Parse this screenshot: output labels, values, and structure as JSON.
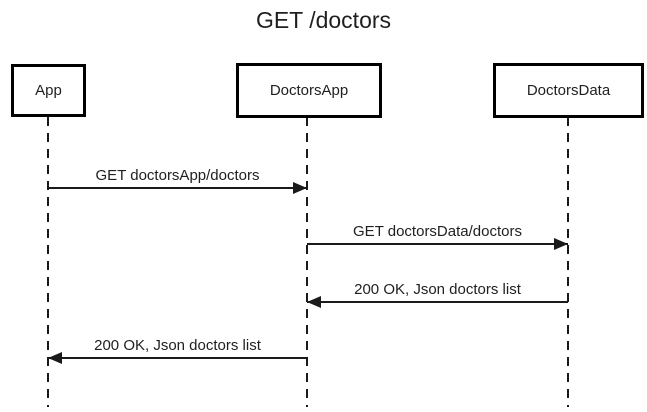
{
  "title": "GET /doctors",
  "diagram_type": "sequence",
  "actors": [
    {
      "id": "app",
      "label": "App"
    },
    {
      "id": "doctors-app",
      "label": "DoctorsApp"
    },
    {
      "id": "doctors-data",
      "label": "DoctorsData"
    }
  ],
  "messages": [
    {
      "from": "app",
      "to": "doctors-app",
      "direction": "right",
      "label": "GET doctorsApp/doctors"
    },
    {
      "from": "doctors-app",
      "to": "doctors-data",
      "direction": "right",
      "label": "GET doctorsData/doctors"
    },
    {
      "from": "doctors-data",
      "to": "doctors-app",
      "direction": "left",
      "label": "200 OK, Json doctors list"
    },
    {
      "from": "doctors-app",
      "to": "app",
      "direction": "left",
      "label": "200 OK, Json doctors list"
    }
  ],
  "colors": {
    "line": "#000000",
    "text": "#1f1f1f",
    "background": "#ffffff"
  }
}
